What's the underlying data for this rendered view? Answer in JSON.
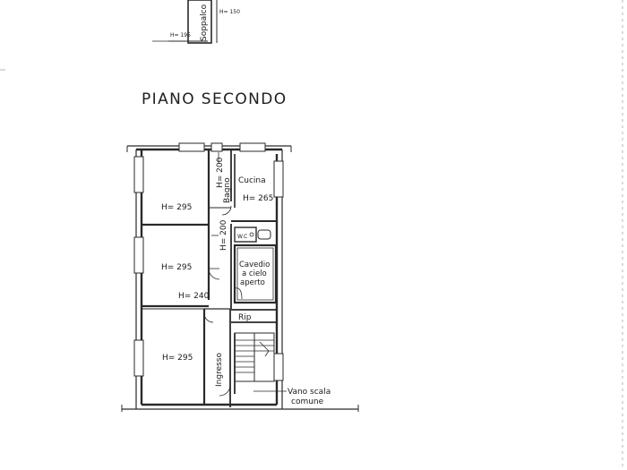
{
  "title": "PIANO SECONDO",
  "rooms": {
    "top_left": "H= 295",
    "mid_left": "H= 295",
    "mid_left_low": "H= 240",
    "bottom_left": "H= 295",
    "bagno": "Bagno",
    "bagno_h": "H= 200",
    "corridor_h": "H= 200",
    "cucina": "Cucina",
    "cucina_h": "H= 265",
    "wc": "W.C",
    "cavedio_1": "Cavedio",
    "cavedio_2": "a cielo",
    "cavedio_3": "aperto",
    "rip": "Rip",
    "ingresso": "Ingresso",
    "vano_1": "Vano scala",
    "vano_2": "comune"
  },
  "upper_fragment": {
    "soppalco": "Soppalco",
    "h_left": "H= 195",
    "h_right": "H= 150"
  },
  "colors": {
    "line": "#2a2a2a",
    "text": "#1a1a1a"
  }
}
